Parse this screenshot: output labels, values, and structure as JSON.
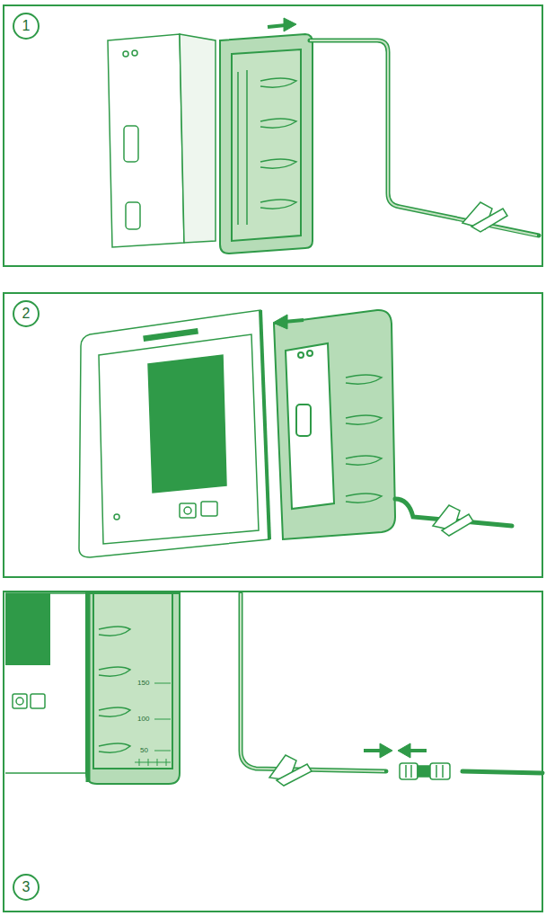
{
  "diagram": {
    "nodes": [
      {
        "text": [
          "1"
        ]
      },
      {
        "text": [
          "2"
        ]
      },
      {
        "text": [
          "3"
        ]
      }
    ],
    "labels": [
      "150",
      "100",
      "50"
    ]
  }
}
